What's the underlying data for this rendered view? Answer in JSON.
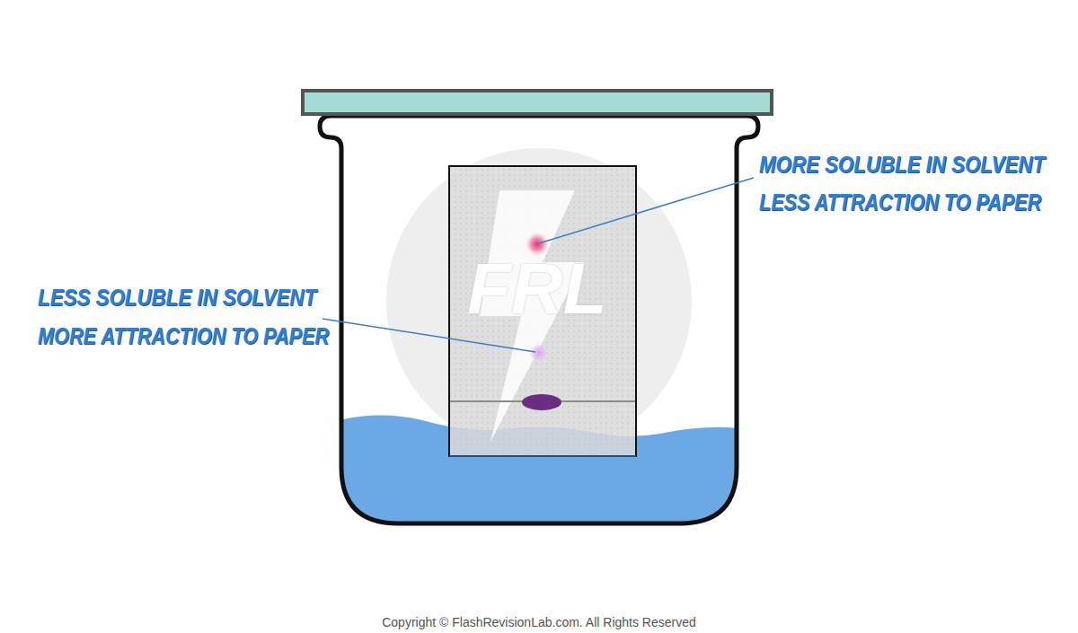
{
  "diagram": {
    "labels": [
      "MORE SOLUBLE IN SOLVENT",
      "LESS ATTRACTION TO PAPER",
      "LESS SOLUBLE IN SOLVENT",
      "MORE ATTRACTION TO PAPER",
      "FRL",
      "Copyright © FlashRevisionLab.com. All Rights Reserved"
    ]
  }
}
